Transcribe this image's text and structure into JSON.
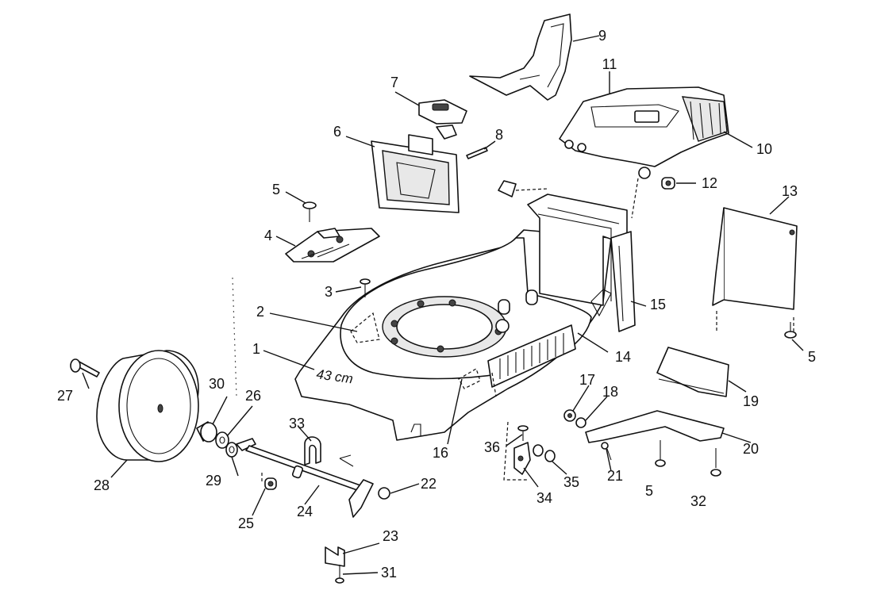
{
  "diagram": {
    "deck_marking": "43 cm",
    "callouts": [
      {
        "id": "c1",
        "label": "1",
        "part": "mower deck"
      },
      {
        "id": "c2",
        "label": "2",
        "part": "deck marking plate"
      },
      {
        "id": "c3",
        "label": "3",
        "part": "screw"
      },
      {
        "id": "c4",
        "label": "4",
        "part": "bracket"
      },
      {
        "id": "c5a",
        "label": "5",
        "part": "screw"
      },
      {
        "id": "c5b",
        "label": "5",
        "part": "screw"
      },
      {
        "id": "c5c",
        "label": "5",
        "part": "screw"
      },
      {
        "id": "c6",
        "label": "6",
        "part": "chute frame"
      },
      {
        "id": "c7",
        "label": "7",
        "part": "latch"
      },
      {
        "id": "c8",
        "label": "8",
        "part": "pin"
      },
      {
        "id": "c9",
        "label": "9",
        "part": "flap"
      },
      {
        "id": "c10",
        "label": "10",
        "part": "rear cover"
      },
      {
        "id": "c11",
        "label": "11",
        "part": "cover panel"
      },
      {
        "id": "c12",
        "label": "12",
        "part": "nut"
      },
      {
        "id": "c13",
        "label": "13",
        "part": "side guard"
      },
      {
        "id": "c14",
        "label": "14",
        "part": "deck rear"
      },
      {
        "id": "c15",
        "label": "15",
        "part": "side rail"
      },
      {
        "id": "c16",
        "label": "16",
        "part": "front label"
      },
      {
        "id": "c17",
        "label": "17",
        "part": "washer"
      },
      {
        "id": "c18",
        "label": "18",
        "part": "nut"
      },
      {
        "id": "c19",
        "label": "19",
        "part": "deflector"
      },
      {
        "id": "c20",
        "label": "20",
        "part": "bracket"
      },
      {
        "id": "c21",
        "label": "21",
        "part": "screw"
      },
      {
        "id": "c22",
        "label": "22",
        "part": "cap"
      },
      {
        "id": "c23",
        "label": "23",
        "part": "clip"
      },
      {
        "id": "c24",
        "label": "24",
        "part": "axle"
      },
      {
        "id": "c25",
        "label": "25",
        "part": "nut"
      },
      {
        "id": "c26",
        "label": "26",
        "part": "washer"
      },
      {
        "id": "c27",
        "label": "27",
        "part": "bolt"
      },
      {
        "id": "c28",
        "label": "28",
        "part": "wheel"
      },
      {
        "id": "c29",
        "label": "29",
        "part": "washer"
      },
      {
        "id": "c30",
        "label": "30",
        "part": "bushing"
      },
      {
        "id": "c31",
        "label": "31",
        "part": "screw"
      },
      {
        "id": "c32",
        "label": "32",
        "part": "screw"
      },
      {
        "id": "c33",
        "label": "33",
        "part": "clamp"
      },
      {
        "id": "c34",
        "label": "34",
        "part": "pivot"
      },
      {
        "id": "c35",
        "label": "35",
        "part": "nut"
      },
      {
        "id": "c36",
        "label": "36",
        "part": "screw"
      }
    ]
  }
}
